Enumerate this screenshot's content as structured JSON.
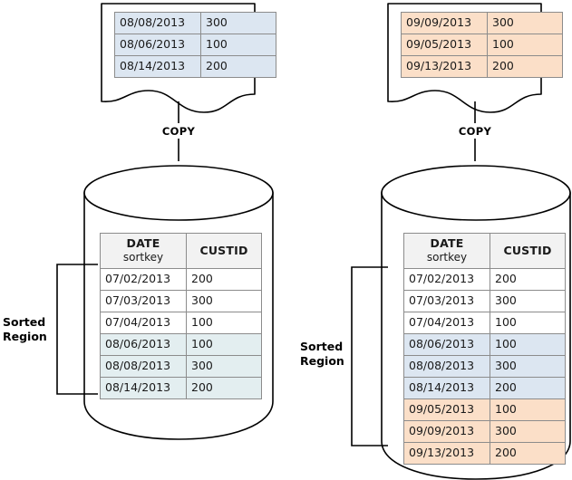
{
  "diagram": {
    "title": "Amazon Redshift COPY into sorted region",
    "colors": {
      "blue_fill": "#dce6f1",
      "orange_fill": "#fbdfc8",
      "cyan_fill": "#e3eef0",
      "header_fill": "#f2f2f2",
      "stroke": "#000000",
      "table_stroke": "#8c8c8c",
      "background": "#ffffff"
    },
    "columns": {
      "date_header": "DATE",
      "date_subheader": "sortkey",
      "custid_header": "CUSTID"
    },
    "left": {
      "document": {
        "name": "august-load-file",
        "rows": [
          {
            "date": "08/08/2013",
            "custid": "300",
            "fill": "blue"
          },
          {
            "date": "08/06/2013",
            "custid": "100",
            "fill": "blue"
          },
          {
            "date": "08/14/2013",
            "custid": "200",
            "fill": "blue"
          }
        ]
      },
      "arrow_label": "COPY",
      "bracket_label": "Sorted\nRegion",
      "bracket_label_line1": "Sorted",
      "bracket_label_line2": "Region",
      "table": {
        "name": "left-cylinder-table",
        "rows": [
          {
            "date": "07/02/2013",
            "custid": "200",
            "fill": "white"
          },
          {
            "date": "07/03/2013",
            "custid": "300",
            "fill": "white"
          },
          {
            "date": "07/04/2013",
            "custid": "100",
            "fill": "white"
          },
          {
            "date": "08/06/2013",
            "custid": "100",
            "fill": "cyan"
          },
          {
            "date": "08/08/2013",
            "custid": "300",
            "fill": "cyan"
          },
          {
            "date": "08/14/2013",
            "custid": "200",
            "fill": "cyan"
          }
        ]
      }
    },
    "right": {
      "document": {
        "name": "september-load-file",
        "rows": [
          {
            "date": "09/09/2013",
            "custid": "300",
            "fill": "orange"
          },
          {
            "date": "09/05/2013",
            "custid": "100",
            "fill": "orange"
          },
          {
            "date": "09/13/2013",
            "custid": "200",
            "fill": "orange"
          }
        ]
      },
      "arrow_label": "COPY",
      "bracket_label_line1": "Sorted",
      "bracket_label_line2": "Region",
      "table": {
        "name": "right-cylinder-table",
        "rows": [
          {
            "date": "07/02/2013",
            "custid": "200",
            "fill": "white"
          },
          {
            "date": "07/03/2013",
            "custid": "300",
            "fill": "white"
          },
          {
            "date": "07/04/2013",
            "custid": "100",
            "fill": "white"
          },
          {
            "date": "08/06/2013",
            "custid": "100",
            "fill": "blue"
          },
          {
            "date": "08/08/2013",
            "custid": "300",
            "fill": "blue"
          },
          {
            "date": "08/14/2013",
            "custid": "200",
            "fill": "blue"
          },
          {
            "date": "09/05/2013",
            "custid": "100",
            "fill": "orange"
          },
          {
            "date": "09/09/2013",
            "custid": "300",
            "fill": "orange"
          },
          {
            "date": "09/13/2013",
            "custid": "200",
            "fill": "orange"
          }
        ]
      }
    }
  }
}
